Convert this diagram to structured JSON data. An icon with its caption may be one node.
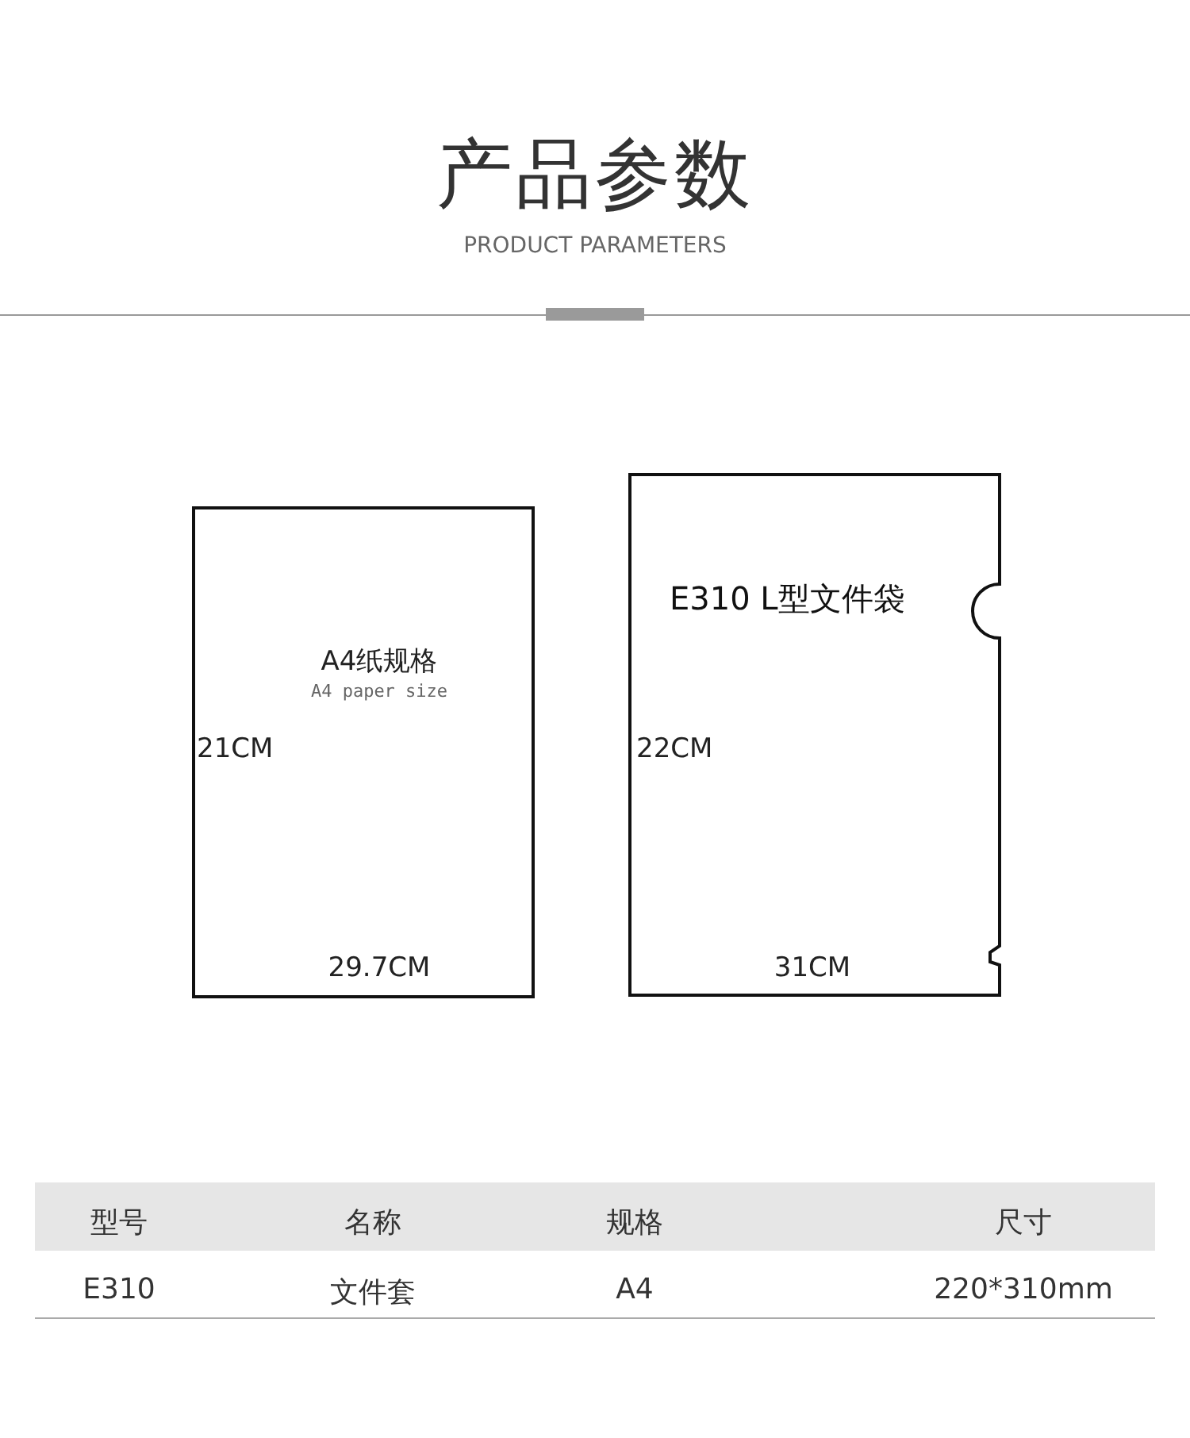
{
  "diagram": {
    "title": "产品参数",
    "nodes": [
      {
        "text": [
          "A4纸规格",
          "A4 paper size"
        ]
      },
      {
        "text": [
          "E310 L型文件袋"
        ]
      }
    ],
    "edges": [],
    "labels": [
      "PRODUCT PARAMETERS",
      "21CM",
      "29.7CM",
      "22CM",
      "31CM",
      "型号",
      "名称",
      "规格",
      "尺寸",
      "E310",
      "文件套",
      "A4",
      "220*310mm"
    ]
  }
}
